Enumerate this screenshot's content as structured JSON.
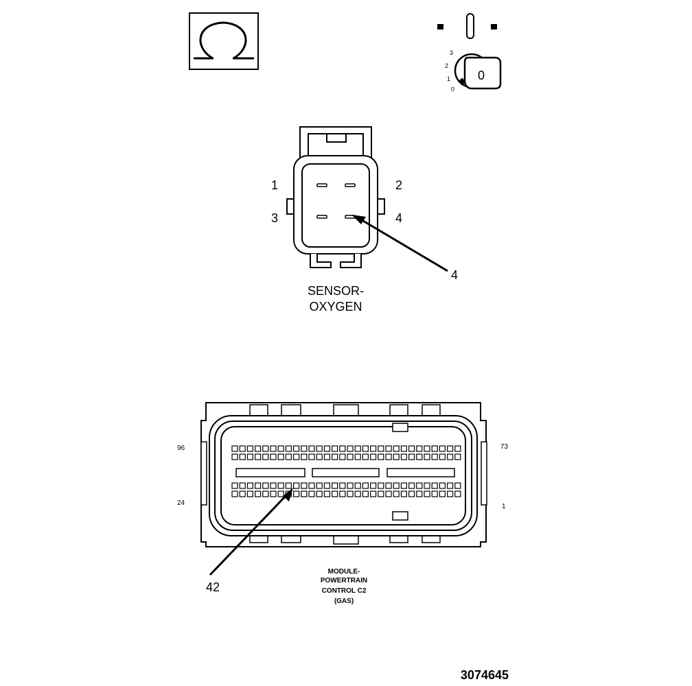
{
  "ohmmeter": {
    "symbol": "Ω"
  },
  "ignition": {
    "positions": [
      "3",
      "2",
      "1",
      "0"
    ],
    "key_label": "0"
  },
  "oxygen_sensor": {
    "pins": [
      "1",
      "2",
      "3",
      "4"
    ],
    "callout": "4",
    "label_line1": "SENSOR-",
    "label_line2": "OXYGEN"
  },
  "pcm_connector": {
    "corner_labels": {
      "top_left": "96",
      "top_right": "73",
      "bottom_left": "24",
      "bottom_right": "1"
    },
    "callout": "42",
    "label_lines": [
      "MODULE-",
      "POWERTRAIN",
      "CONTROL C2",
      "(GAS)"
    ]
  },
  "figure_number": "3074645"
}
